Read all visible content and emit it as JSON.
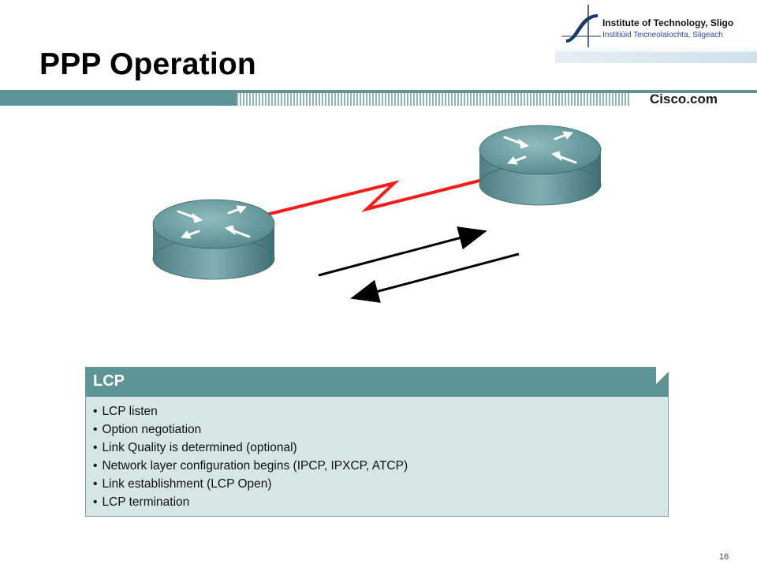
{
  "slide": {
    "title": "PPP Operation",
    "page_number": "16"
  },
  "logo": {
    "line1": "Institute of Technology, Sligo",
    "line2": "Institiúid Teicneolaíochta, Sligeach"
  },
  "brand": {
    "cisco_text": "Cisco.com",
    "accent": "#5f9496",
    "panel_bg": "#d6e6e6",
    "link_color": "#ff1a1a"
  },
  "diagram": {
    "nodes": [
      {
        "id": "router-left",
        "icon": "router-icon"
      },
      {
        "id": "router-right",
        "icon": "router-icon"
      }
    ],
    "link": {
      "type": "serial-lightning",
      "from": "router-left",
      "to": "router-right"
    },
    "arrows": [
      {
        "direction": "to-right"
      },
      {
        "direction": "to-left"
      }
    ]
  },
  "lcp": {
    "heading": "LCP",
    "items": [
      "LCP listen",
      "Option negotiation",
      "Link Quality is determined (optional)",
      "Network layer configuration begins (IPCP, IPXCP, ATCP)",
      "Link establishment (LCP Open)",
      "LCP termination"
    ]
  }
}
